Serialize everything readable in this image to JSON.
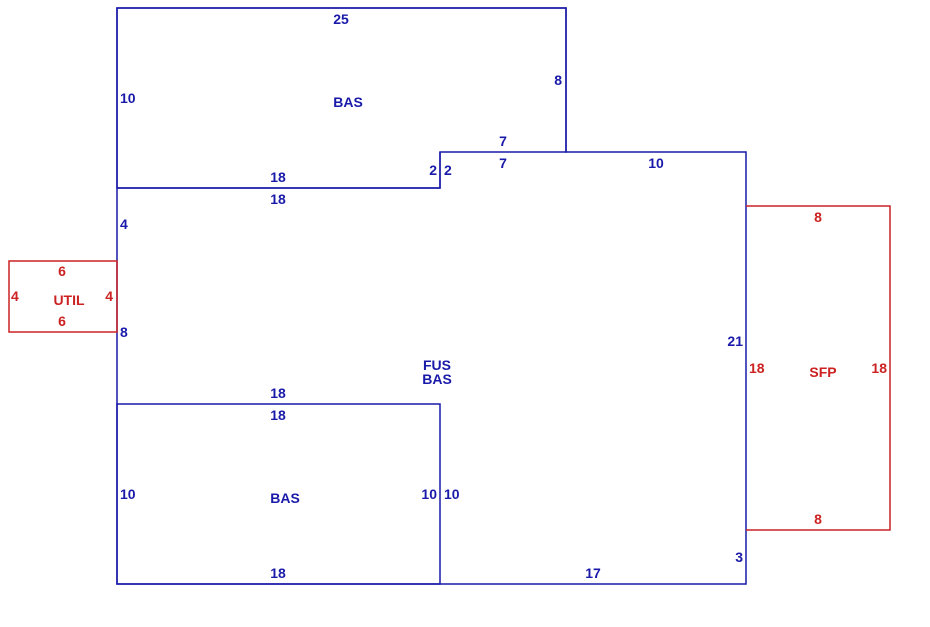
{
  "colors": {
    "living": "#1a1aaa",
    "other": "#cc2222",
    "background": "#ffffff"
  },
  "areas": {
    "bas_top": "BAS",
    "fus": "FUS",
    "bas_main": "BAS",
    "bas_bottom": "BAS",
    "util": "UTIL",
    "sfp": "SFP"
  },
  "dimensions": {
    "top_width": "25",
    "top_left_height": "10",
    "top_right_height": "8",
    "top_bottom_outer": "18",
    "top_bottom_inner": "18",
    "step_left_outer": "2",
    "step_left_inner": "2",
    "notch_top_outer": "7",
    "notch_top_inner": "7",
    "main_top_right": "10",
    "main_left_upper": "4",
    "main_left_mid": "8",
    "main_right": "21",
    "main_right_lower": "3",
    "main_bottom_right": "17",
    "bottom_top_outer": "18",
    "bottom_top_inner": "18",
    "bottom_left": "10",
    "bottom_right_inner": "10",
    "bottom_right_outer": "10",
    "bottom_bottom": "18",
    "util_top": "6",
    "util_bottom": "6",
    "util_left": "4",
    "util_right": "4",
    "sfp_top": "8",
    "sfp_bottom": "8",
    "sfp_left": "18",
    "sfp_right": "18"
  }
}
